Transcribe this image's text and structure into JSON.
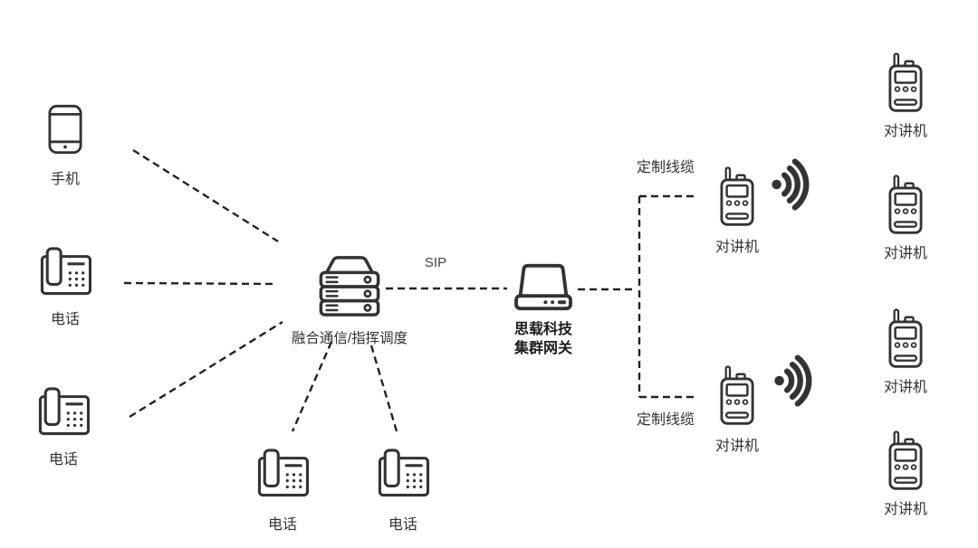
{
  "nodes": {
    "mobile": {
      "label": "手机"
    },
    "left_phones": [
      {
        "label": "电话"
      },
      {
        "label": "电话"
      }
    ],
    "server": {
      "label": "融合通信/指挥调度"
    },
    "bottom_phones": [
      {
        "label": "电话"
      },
      {
        "label": "电话"
      }
    ],
    "gateway": {
      "title": "思载科技",
      "subtitle": "集群网关"
    },
    "relay_walkies": [
      {
        "label": "对讲机"
      },
      {
        "label": "对讲机"
      }
    ],
    "end_walkies": [
      {
        "label": "对讲机"
      },
      {
        "label": "对讲机"
      },
      {
        "label": "对讲机"
      },
      {
        "label": "对讲机"
      }
    ]
  },
  "links": {
    "sip": "SIP",
    "cable_top": "定制线缆",
    "cable_bottom": "定制线缆"
  },
  "colors": {
    "icon": "#333333",
    "text": "#333333",
    "connector": "#222222",
    "background": "#ffffff"
  }
}
